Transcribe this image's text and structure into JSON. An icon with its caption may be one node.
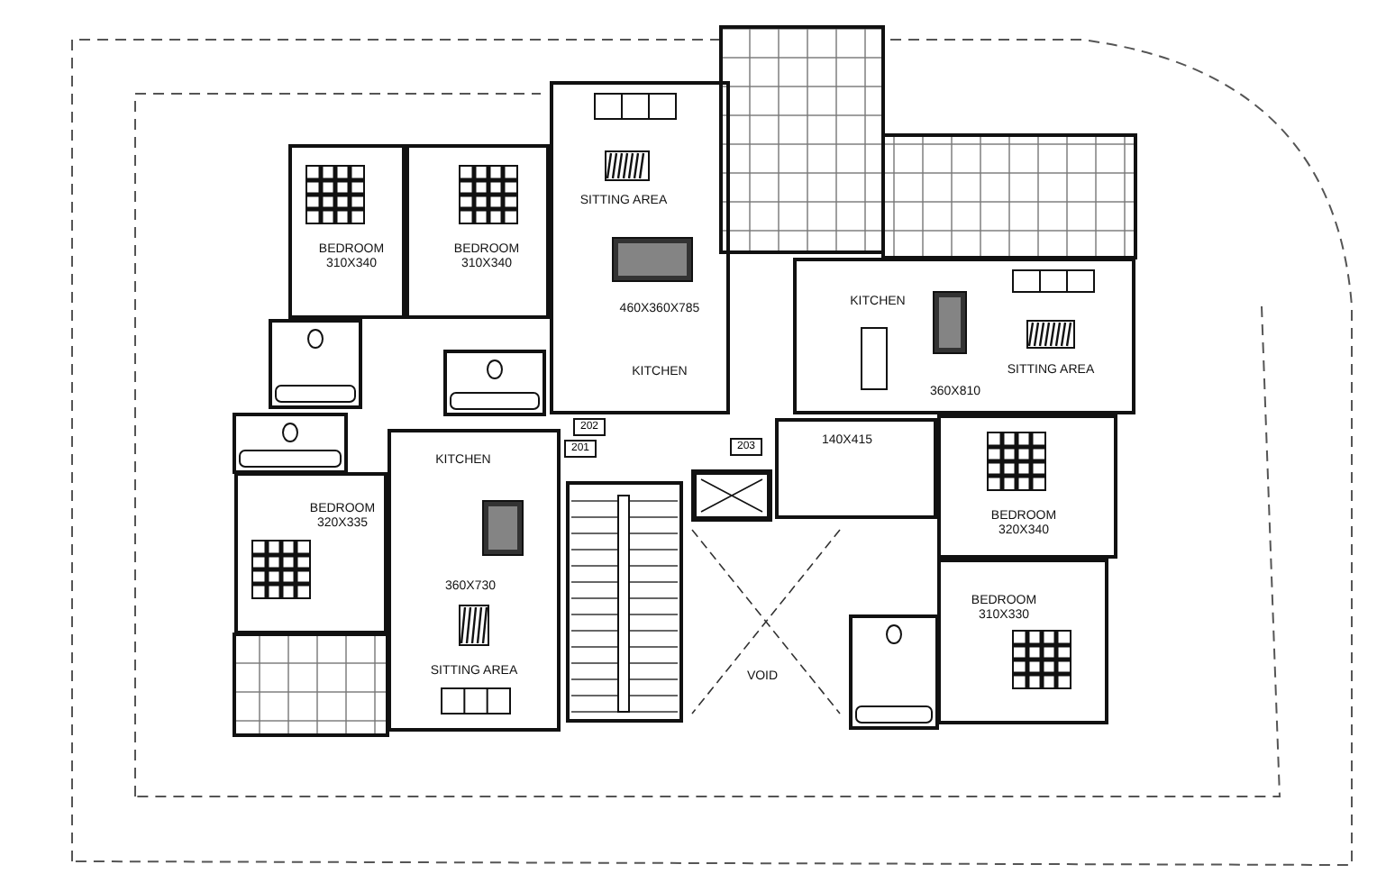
{
  "diagram": {
    "nodes": [
      {
        "text": [
          "BEDROOM",
          "310X340"
        ]
      },
      {
        "text": [
          "BEDROOM",
          "310X340"
        ]
      },
      {
        "text": [
          "SITTING AREA",
          "460X360X785",
          "KITCHEN"
        ]
      },
      {
        "text": [
          "KITCHEN",
          "360X810",
          "SITTING AREA"
        ]
      },
      {
        "text": [
          "202"
        ]
      },
      {
        "text": [
          "KITCHEN",
          "360X730",
          "SITTING AREA"
        ]
      },
      {
        "text": [
          "BEDROOM",
          "320X335"
        ]
      },
      {
        "text": [
          "201"
        ]
      },
      {
        "text": [
          "203"
        ]
      },
      {
        "text": [
          "140X415"
        ]
      },
      {
        "text": [
          "BEDROOM",
          "320X340"
        ]
      },
      {
        "text": [
          "VOID"
        ]
      },
      {
        "text": [
          "BEDROOM",
          "310X330"
        ]
      }
    ]
  }
}
